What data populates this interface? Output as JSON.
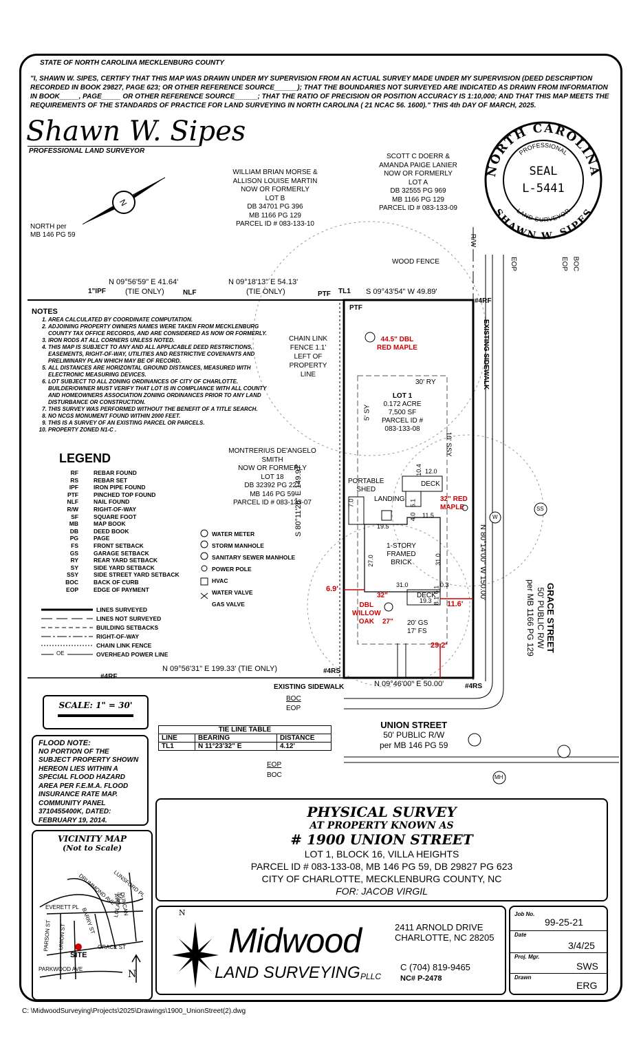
{
  "header": {
    "state": "STATE OF NORTH CAROLINA MECKLENBURG COUNTY",
    "certification": "\"I, SHAWN W. SIPES, CERTIFY THAT THIS MAP WAS DRAWN UNDER MY SUPERVISION FROM AN ACTUAL SURVEY MADE UNDER MY SUPERVISION (DEED DESCRIPTION RECORDED IN BOOK 29827, PAGE 623; OR OTHER REFERENCE SOURCE______); THAT THE BOUNDARIES NOT SURVEYED ARE INDICATED AS DRAWN FROM INFORMATION IN BOOK_____, PAGE_____ OR OTHER REFERENCE SOURCE______; THAT THE RATIO OF PRECISION OR POSITION ACCURACY IS 1:10,000; AND THAT THIS MAP MEETS THE REQUIREMENTS OF THE STANDARDS OF PRACTICE FOR LAND SURVEYING IN NORTH CAROLINA ( 21 NCAC 56. 1600).\" THIS 4th DAY OF MARCH, 2025.",
    "signature": "Shawn W. Sipes",
    "signature_title": "PROFESSIONAL LAND SURVEYOR"
  },
  "seal": {
    "top": "NORTH CAROLINA",
    "professional": "PROFESSIONAL",
    "seal": "SEAL",
    "number": "L-5441",
    "bottom": "SHAWN W. SIPES",
    "land_surveyor": "LAND SURVEYOR"
  },
  "north": {
    "label1": "NORTH per",
    "label2": "MB 146 PG 59"
  },
  "owners": {
    "lot_b": [
      "WILLIAM BRIAN MORSE &",
      "ALLISON LOUISE MARTIN",
      "NOW OR FORMERLY",
      "LOT B",
      "DB 34701 PG 396",
      "MB 1166 PG 129",
      "PARCEL ID # 083-133-10"
    ],
    "lot_a": [
      "SCOTT C DOERR &",
      "AMANDA PAIGE LANIER",
      "NOW OR FORMERLY",
      "LOT A",
      "DB 32555 PG 969",
      "MB 1166 PG 129",
      "PARCEL ID # 083-133-09"
    ],
    "lot_18": [
      "MONTRERIUS DE'ANGELO",
      "SMITH",
      "NOW OR FORMERLY",
      "LOT 18",
      "DB 32392 PG 227",
      "MB 146 PG 59",
      "PARCEL ID # 083-133-07"
    ]
  },
  "map_labels": {
    "ipf": "1\"IPF",
    "nlf": "NLF",
    "ptf1": "PTF",
    "tl1": "TL1",
    "ptf2": "PTF",
    "rf4": "#4RF",
    "rf4b": "#4RF",
    "rs4a": "#4RS",
    "rs4b": "#4RS",
    "tie1": "N 09°56'59\" E  41.64'",
    "tie1b": "(TIE ONLY)",
    "tie2": "N 09°18'13\" E  54.13'",
    "tie2b": "(TIE ONLY)",
    "north_line": "S 09°43'54\" W  49.89'",
    "west_line": "S 80°11'26\" E  149.97'",
    "east_line": "N 80°14'00\" W  150.00'",
    "south_line": "N 09°46'00\" E  50.00'",
    "tie_bottom": "N 09°56'31\" E  199.33' (TIE ONLY)",
    "wood_fence": "WOOD FENCE",
    "rw": "R/W",
    "eop1": "EOP",
    "eop2": "EOP",
    "boc1": "BOC",
    "chain_link": [
      "CHAIN LINK",
      "FENCE 1.1'",
      "LEFT OF",
      "PROPERTY",
      "LINE"
    ],
    "red_maple_big": [
      "44.5\" DBL",
      "RED MAPLE"
    ],
    "ry": "30' RY",
    "sy": "5' SY",
    "ssy": "10' SSY",
    "lot1": [
      "LOT 1",
      "0.172 ACRE",
      "7,500 SF",
      "PARCEL ID #",
      "083-133-08"
    ],
    "portable_shed": [
      "PORTABLE",
      "SHED"
    ],
    "landing": "LANDING",
    "deck_top": "DECK",
    "red_maple_small": [
      "32\" RED",
      "MAPLE"
    ],
    "house": [
      "1-STORY",
      "FRAMED",
      "BRICK"
    ],
    "deck_bottom": "DECK",
    "willow": [
      "DBL",
      "WILLOW",
      "OAK"
    ],
    "willow_32": "32\"",
    "willow_27": "27\"",
    "gs": "20' GS",
    "fs": "17' FS",
    "dim_69": "6.9'",
    "dim_116": "11.6'",
    "dim_292": "29.2'",
    "d_104": "10.4",
    "d_120": "12.0",
    "d_70": "7.0",
    "d_51": "5.1",
    "d_40": "4.0",
    "d_115": "11.5",
    "d_195": "19.5",
    "d_270": "27.0",
    "d_310a": "31.0",
    "d_310b": "31.0",
    "d_03": "0.3",
    "d_193": "19.3",
    "d_61a": "6.1",
    "d_81": "8.1",
    "existing_sidewalk_v": "EXISTING SIDEWALK",
    "existing_sidewalk_h": "EXISTING SIDEWALK",
    "boc2": "BOC",
    "eop3": "EOP",
    "eop4": "EOP",
    "boc3": "BOC",
    "union": [
      "UNION STREET",
      "50' PUBLIC R/W",
      "per MB 146 PG 59"
    ],
    "grace": [
      "GRACE STREET",
      "50' PUBLIC R/W",
      "per MB 1166 PG 129"
    ],
    "ss": "SS",
    "mh": "MH",
    "w": "W"
  },
  "notes": {
    "title": "NOTES",
    "items": [
      "AREA CALCULATED BY COORDINATE COMPUTATION.",
      "ADJOINING PROPERTY OWNERS NAMES WERE TAKEN FROM MECKLENBURG COUNTY TAX OFFICE RECORDS, AND ARE CONSIDERED AS NOW OR FORMERLY.",
      "IRON RODS AT ALL CORNERS UNLESS NOTED.",
      "THIS MAP IS SUBJECT TO ANY AND ALL APPLICABLE DEED RESTRICTIONS, EASEMENTS, RIGHT-OF-WAY, UTILITIES AND RESTRICTIVE COVENANTS AND PRELIMINARY PLAN WHICH MAY BE OF RECORD.",
      "ALL DISTANCES ARE HORIZONTAL GROUND DISTANCES, MEASURED WITH ELECTRONIC MEASURING DEVICES.",
      "LOT SUBJECT TO ALL ZONING ORDINANCES OF CITY OF CHARLOTTE. BUILDER/OWNER MUST VERIFY THAT LOT IS IN COMPLIANCE WITH ALL COUNTY AND HOMEOWNERS ASSOCIATION ZONING ORDINANCES PRIOR TO ANY LAND DISTURBANCE OR CONSTRUCTION.",
      "THIS SURVEY WAS PERFORMED WITHOUT THE BENEFIT OF A TITLE SEARCH.",
      "NO NCGS MONUMENT FOUND WITHIN 2000 FEET.",
      "THIS IS A SURVEY OF AN EXISTING PARCEL OR PARCELS.",
      "PROPERTY ZONED N1-C ."
    ]
  },
  "legend": {
    "title": "LEGEND",
    "codes": [
      {
        "code": "RF",
        "desc": "REBAR FOUND"
      },
      {
        "code": "RS",
        "desc": "REBAR SET"
      },
      {
        "code": "IPF",
        "desc": "IRON PIPE FOUND"
      },
      {
        "code": "PTF",
        "desc": "PINCHED TOP FOUND"
      },
      {
        "code": "NLF",
        "desc": "NAIL FOUND"
      },
      {
        "code": "R/W",
        "desc": "RIGHT-OF-WAY"
      },
      {
        "code": "SF",
        "desc": "SQUARE FOOT"
      },
      {
        "code": "MB",
        "desc": "MAP BOOK"
      },
      {
        "code": "DB",
        "desc": "DEED BOOK"
      },
      {
        "code": "PG",
        "desc": "PAGE"
      },
      {
        "code": "FS",
        "desc": "FRONT SETBACK"
      },
      {
        "code": "GS",
        "desc": "GARAGE SETBACK"
      },
      {
        "code": "RY",
        "desc": "REAR YARD SETBACK"
      },
      {
        "code": "SY",
        "desc": "SIDE YARD SETBACK"
      },
      {
        "code": "SSY",
        "desc": "SIDE STREET YARD SETBACK"
      },
      {
        "code": "BOC",
        "desc": "BACK OF CURB"
      },
      {
        "code": "EOP",
        "desc": "EDGE OF PAYMENT"
      }
    ],
    "lines": [
      "LINES SURVEYED",
      "LINES NOT SURVEYED",
      "BUILDING SETBACKS",
      "RIGHT-OF-WAY",
      "CHAIN LINK FENCE",
      "OVERHEAD POWER LINE"
    ],
    "oe": "OE",
    "symbols": [
      "WATER METER",
      "STORM MANHOLE",
      "SANITARY SEWER MANHOLE",
      "POWER POLE",
      "HVAC",
      "WATER VALVE",
      "GAS VALVE"
    ]
  },
  "scale": "SCALE: 1\" = 30'",
  "tie_table": {
    "title": "TIE LINE TABLE",
    "headers": [
      "LINE",
      "BEARING",
      "DISTANCE"
    ],
    "rows": [
      [
        "TL1",
        "N 11°23'32\" E",
        "4.12'"
      ]
    ]
  },
  "flood": {
    "title": "FLOOD NOTE:",
    "text": "NO PORTION OF THE SUBJECT PROPERTY SHOWN HEREON LIES WITHIN A SPECIAL FLOOD HAZARD AREA PER F.E.M.A. FLOOD INSURANCE RATE MAP. COMMUNITY PANEL 3710455400K, DATED: FEBRUARY 19, 2014."
  },
  "vicinity": {
    "title": "VICINITY MAP",
    "subtitle": "(Not to Scale)",
    "streets": [
      "DRUMMOND AVE",
      "LUNSFORD PL",
      "DUNCAN AVE",
      "EVERETT PL",
      "BARRY ST",
      "LOLA AVE",
      "PARSON ST",
      "UNION ST",
      "GRACE ST",
      "PARKWOOD AVE"
    ],
    "site": "SITE",
    "n": "N"
  },
  "title_block": {
    "line1": "PHYSICAL SURVEY",
    "line2": "AT PROPERTY KNOWN AS",
    "line3": "# 1900 UNION STREET",
    "line4": "LOT 1, BLOCK 16, VILLA HEIGHTS",
    "line5": "PARCEL ID # 083-133-08, MB 146 PG 59, DB 29827 PG 623",
    "line6": "CITY OF CHARLOTTE, MECKLENBURG COUNTY, NC",
    "line7": "FOR: JACOB VIRGIL"
  },
  "company": {
    "name": "Midwood",
    "sub": "LAND SURVEYING",
    "pllc": "PLLC",
    "n": "N",
    "addr1": "2411 ARNOLD DRIVE",
    "addr2": "CHARLOTTE, NC 28205",
    "phone": "C (704) 819-9465",
    "license": "NC# P-2478"
  },
  "job": {
    "job_label": "Job No.",
    "job_no": "99-25-21",
    "date_label": "Date",
    "date": "3/4/25",
    "mgr_label": "Proj. Mgr.",
    "mgr": "SWS",
    "drawn_label": "Drawn",
    "drawn": "ERG"
  },
  "footer": {
    "path": "C: \\MidwoodSurveying\\Projects\\2025\\Drawings\\1900_UnionStreet(2).dwg"
  },
  "colors": {
    "red": "#cc0000",
    "line": "#000000"
  }
}
